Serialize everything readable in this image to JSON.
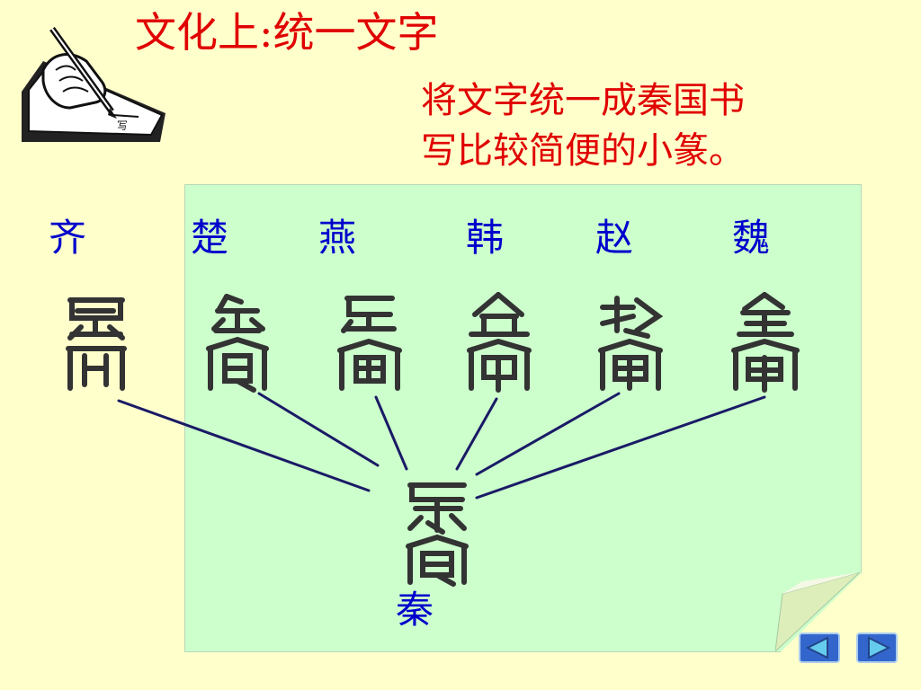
{
  "slide": {
    "title": "文化上:统一文字",
    "subtitle_lines": [
      "将文字统一成秦国书",
      "写比较简便的小篆。"
    ]
  },
  "states": [
    {
      "name": "齐"
    },
    {
      "name": "楚"
    },
    {
      "name": "燕"
    },
    {
      "name": "韩"
    },
    {
      "name": "赵"
    },
    {
      "name": "魏"
    }
  ],
  "unified": {
    "name": "秦"
  },
  "icons": {
    "writer": "hand-writing-icon",
    "prev": "arrow-left-icon",
    "next": "arrow-right-icon"
  },
  "colors": {
    "background": "#FFFFCC",
    "panel": "#CCFFCC",
    "title": "#E00000",
    "state_labels": "#0000CC",
    "connector": "#1A1A66",
    "nav": "#3366CC"
  }
}
